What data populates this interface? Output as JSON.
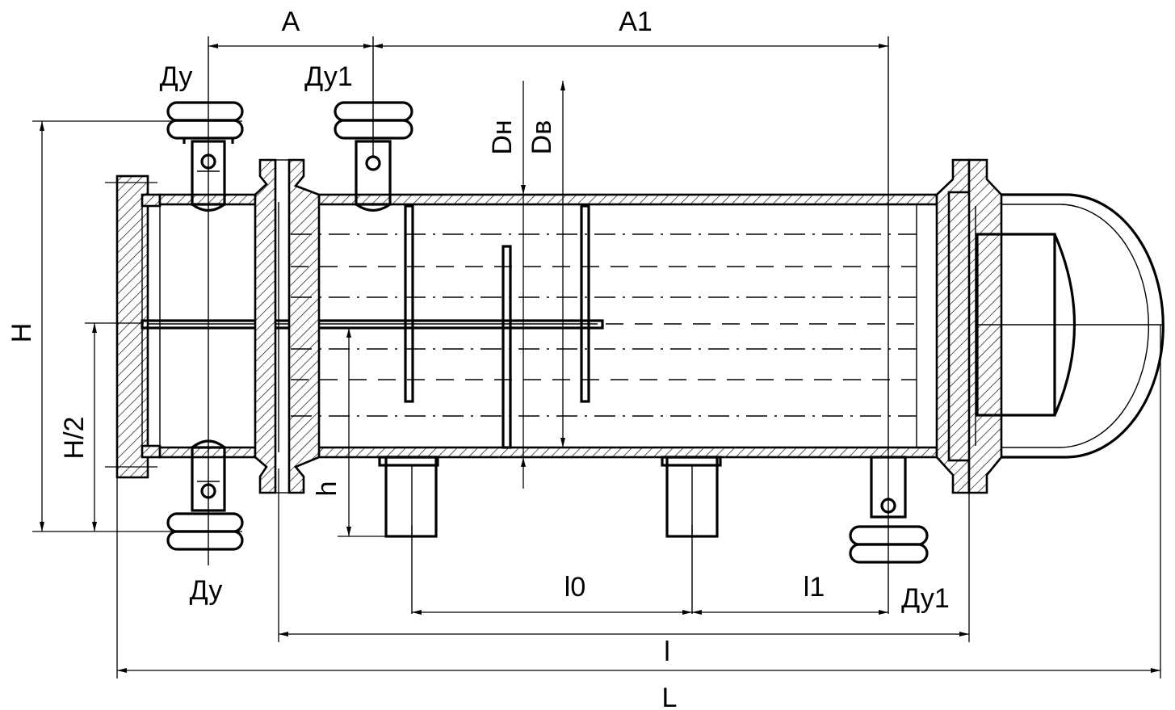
{
  "labels": {
    "A": "A",
    "A1": "A1",
    "Du_top": "Ду",
    "Du1_top": "Ду1",
    "Dn": "Dн",
    "Dv": "Dв",
    "H": "H",
    "H_half": "H/2",
    "h": "h",
    "Du_bottom": "Ду",
    "l0": "l0",
    "l1": "l1",
    "Du1_bottom": "Ду1",
    "l": "l",
    "L": "L"
  }
}
